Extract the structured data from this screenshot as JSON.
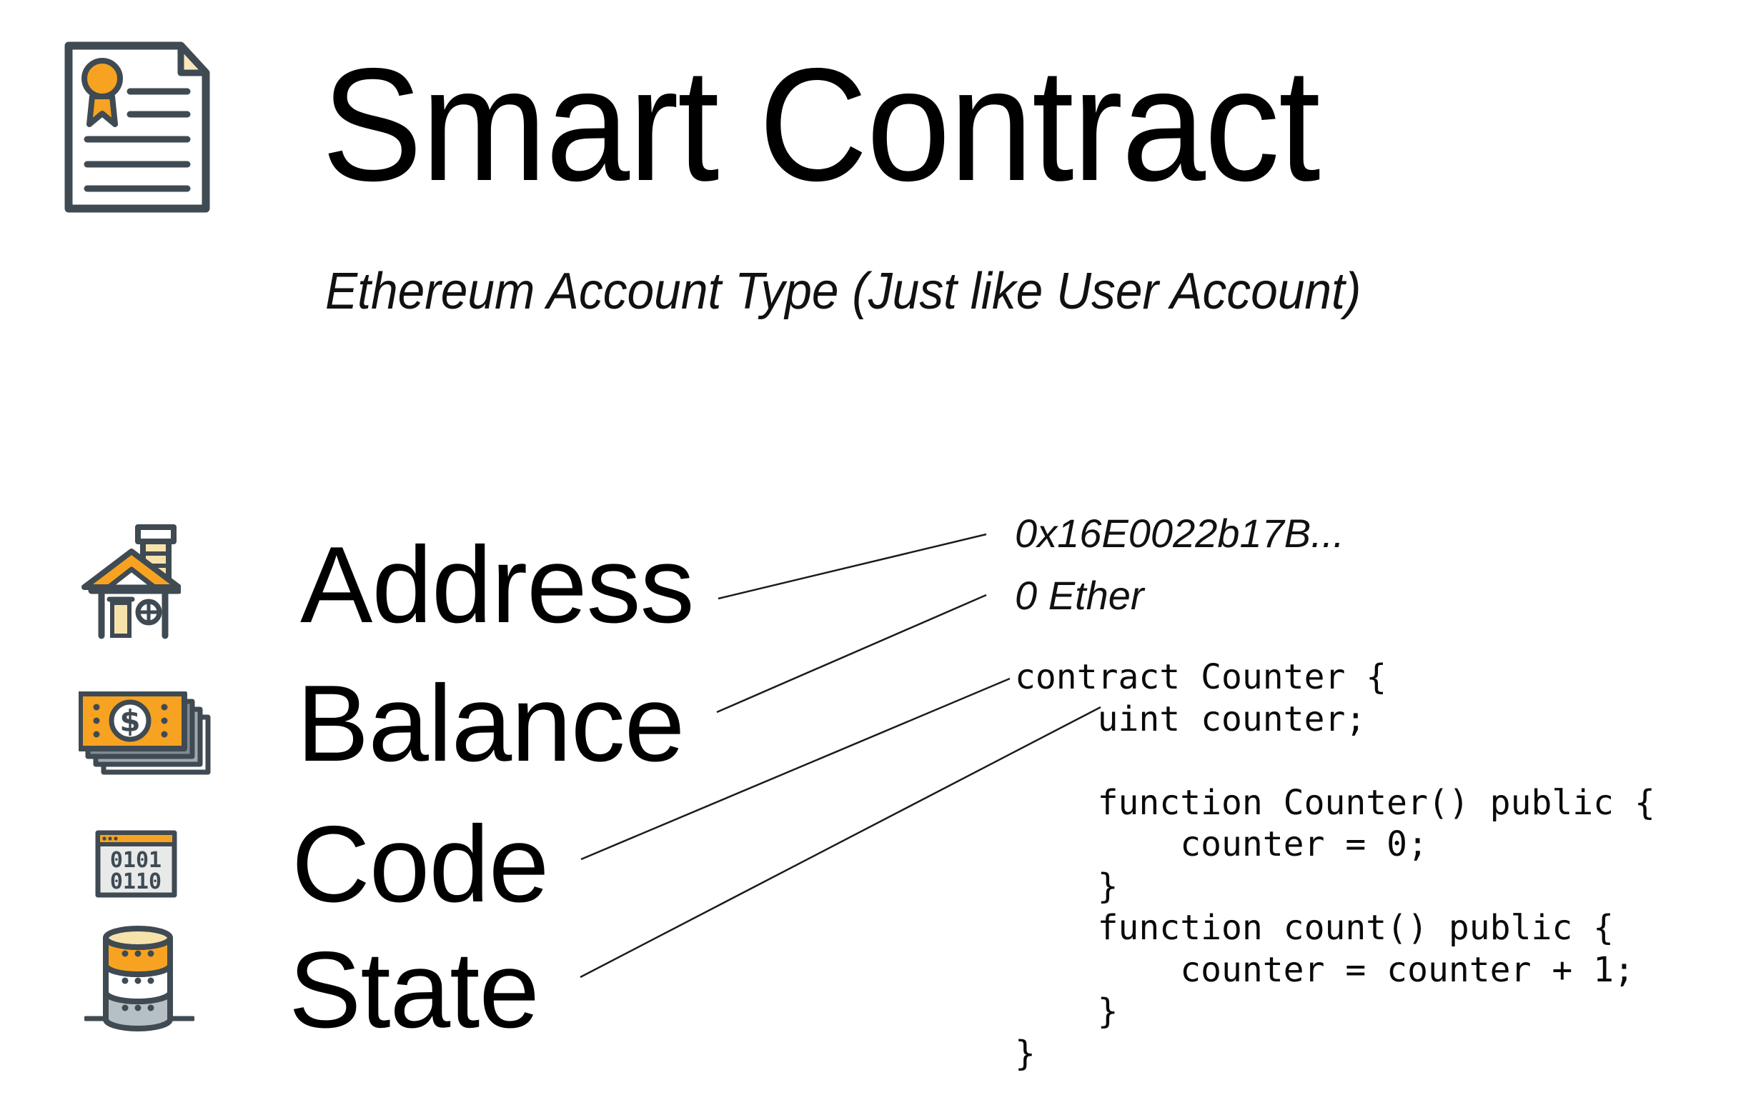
{
  "slide": {
    "title": "Smart Contract",
    "subtitle": "Ethereum Account Type (Just like User Account)"
  },
  "properties": [
    {
      "label": "Address",
      "icon": "house-icon"
    },
    {
      "label": "Balance",
      "icon": "money-stack-icon"
    },
    {
      "label": "Code",
      "icon": "binary-window-icon"
    },
    {
      "label": "State",
      "icon": "database-icon"
    }
  ],
  "annotations": {
    "address_value": "0x16E0022b17B...",
    "balance_value": "0 Ether"
  },
  "code_block": {
    "language": "solidity",
    "source": "contract Counter {\n    uint counter;\n\n    function Counter() public {\n        counter = 0;\n    }\n    function count() public {\n        counter = counter + 1;\n    }\n}"
  },
  "icons": {
    "header": "certificate-document-icon",
    "money_symbol": "$",
    "binary_row1": "0101",
    "binary_row2": "0110"
  },
  "colors": {
    "accent_orange": "#F7A321",
    "outline_slate": "#3F4A52",
    "cream": "#F6E3AC",
    "cream_fold": "#F8E8BC",
    "gray_bill": "#7E8B93",
    "gray_bill_light": "#9FAAB0",
    "gray_database": "#B6BFC4",
    "window_body": "#E8EAEA",
    "connector_line": "#1B1B1B",
    "text_black": "#000000"
  }
}
